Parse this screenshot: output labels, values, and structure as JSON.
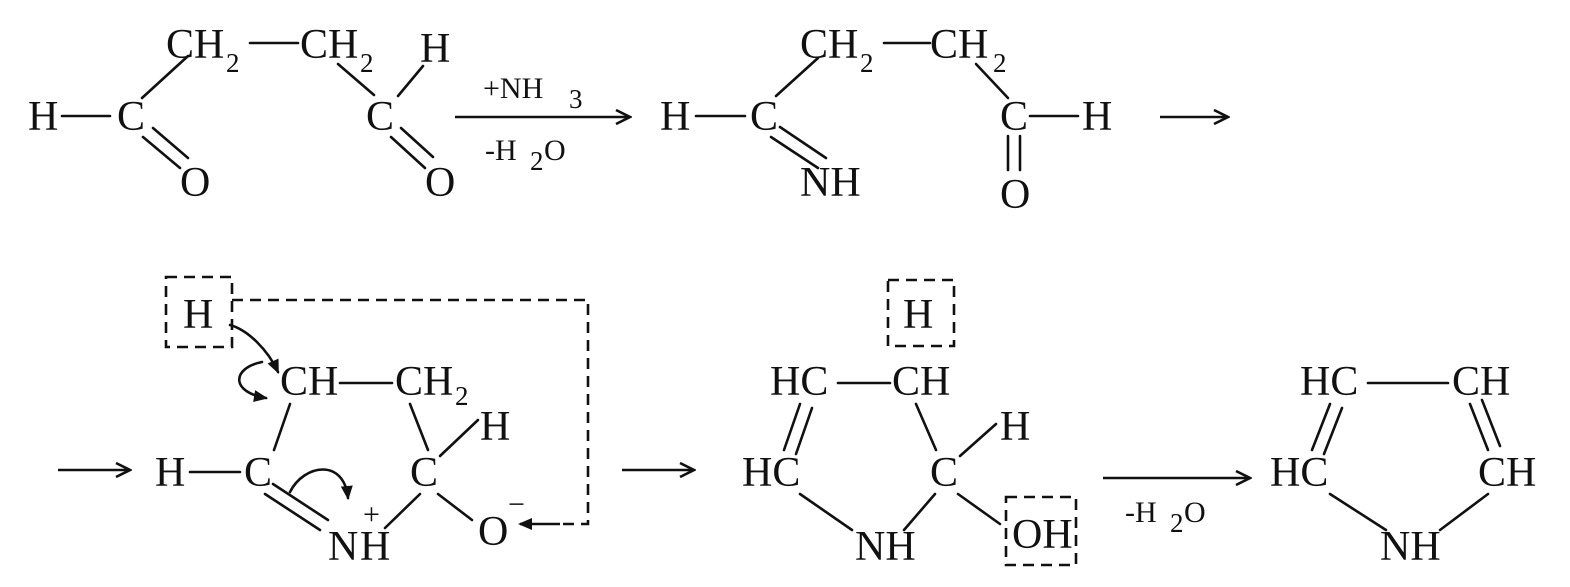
{
  "atoms": {
    "h": "H",
    "c": "C",
    "o": "O",
    "ch": "CH",
    "hc": "HC",
    "nh": "NH",
    "n": "N",
    "oh": "OH",
    "sub2": "2",
    "sub3": "3"
  },
  "conditions": {
    "plus_nh3": "+NH",
    "minus_h2o_a": "-H",
    "minus_h2o_b": "O"
  },
  "charges": {
    "plus": "+",
    "minus": "−"
  }
}
